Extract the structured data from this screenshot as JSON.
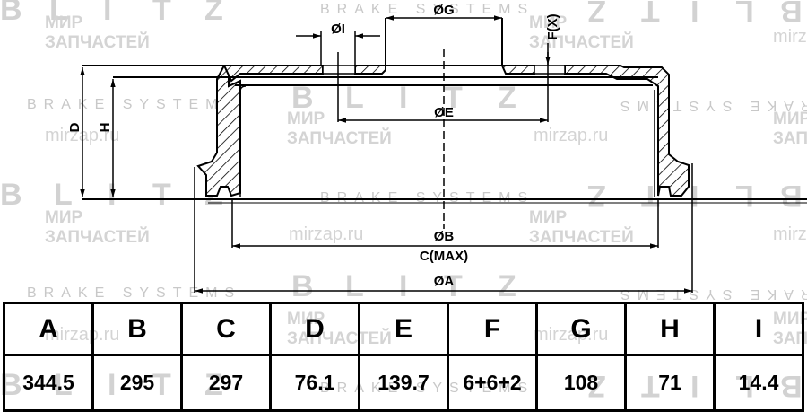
{
  "watermarks": {
    "brand_letters": [
      "B",
      "L",
      "I",
      "T",
      "Z"
    ],
    "tagline": "BRAKE SYSTEMS",
    "site_name_line1": "МИР",
    "site_name_line2": "ЗАПЧАСТЕЙ",
    "site_url": "mirzap.ru",
    "color": "#d2d2d2"
  },
  "drawing": {
    "title": "Brake drum cross-section",
    "labels": {
      "G": "ØG",
      "I": "ØI",
      "F": "F(X)",
      "E": "ØE",
      "D": "D",
      "H": "H",
      "B": "ØB",
      "C": "C(MAX)",
      "A": "ØA"
    },
    "line_color": "#000000"
  },
  "table": {
    "headers": [
      "A",
      "B",
      "C",
      "D",
      "E",
      "F",
      "G",
      "H",
      "I"
    ],
    "values": [
      "344.5",
      "295",
      "297",
      "76.1",
      "139.7",
      "6+6+2",
      "108",
      "71",
      "14.4"
    ]
  }
}
